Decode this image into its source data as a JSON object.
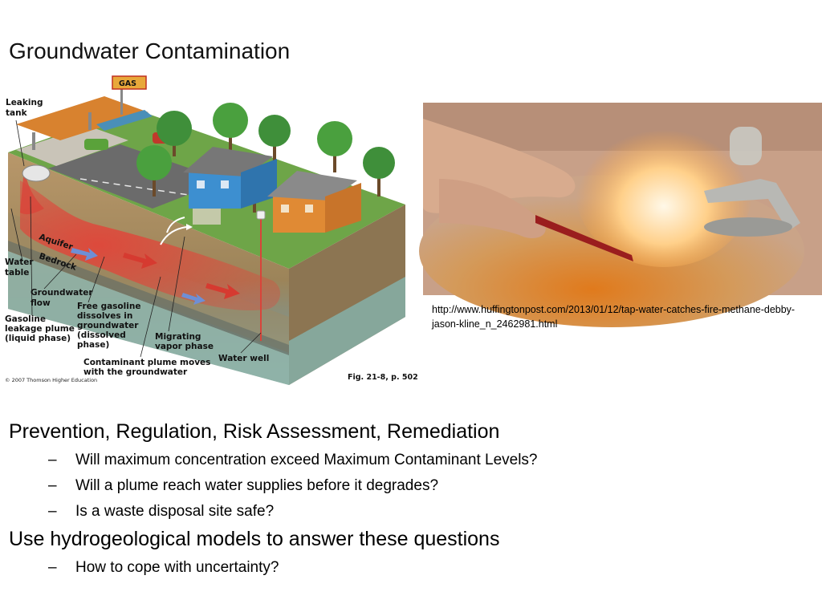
{
  "slide": {
    "title": "Groundwater Contamination"
  },
  "diagram": {
    "labels": {
      "leaking_tank_1": "Leaking",
      "leaking_tank_2": "tank",
      "aquifer": "Aquifer",
      "bedrock": "Bedrock",
      "water_table_1": "Water",
      "water_table_2": "table",
      "gw_flow_1": "Groundwater",
      "gw_flow_2": "flow",
      "free_gas_1": "Free gasoline",
      "free_gas_2": "dissolves in",
      "free_gas_3": "groundwater",
      "free_gas_4": "(dissolved",
      "free_gas_5": "phase)",
      "leakage_1": "Gasoline",
      "leakage_2": "leakage plume",
      "leakage_3": "(liquid phase)",
      "vapor_1": "Migrating",
      "vapor_2": "vapor phase",
      "plume_1": "Contaminant plume moves",
      "plume_2": "with the groundwater",
      "water_well": "Water well",
      "gas_sign": "GAS",
      "copyright": "© 2007 Thomson Higher Education",
      "fig_ref": "Fig. 21-8, p. 502"
    }
  },
  "photo": {
    "caption": "http://www.huffingtonpost.com/2013/01/12/tap-water-catches-fire-methane-debby-jason-kline_n_2462981.html"
  },
  "bullets": [
    {
      "text": "Prevention, Regulation, Risk Assessment, Remediation",
      "level": 1
    },
    {
      "text": "Will maximum concentration exceed Maximum Contaminant Levels?",
      "level": 2
    },
    {
      "text": "Will a plume reach water supplies before it degrades?",
      "level": 2
    },
    {
      "text": "Is a waste disposal site safe?",
      "level": 2
    },
    {
      "text": "Use hydrogeological models to answer these questions",
      "level": 1
    },
    {
      "text": "How to cope with uncertainty?",
      "level": 2
    }
  ],
  "bullet_dash": "–",
  "colors": {
    "soil": "#a58a5c",
    "plume": "#d9443a",
    "grass": "#5d9a3a",
    "aquifer": "#8fb3a8"
  }
}
